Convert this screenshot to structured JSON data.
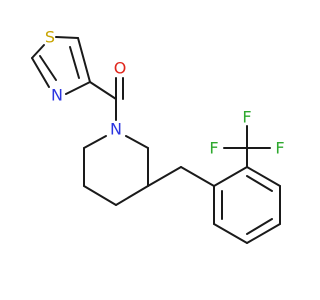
{
  "molecule": {
    "atoms": {
      "thiazole_S": {
        "symbol": "S",
        "color": "#c8a400"
      },
      "thiazole_N": {
        "symbol": "N",
        "color": "#2b35e0"
      },
      "carbonyl_O": {
        "symbol": "O",
        "color": "#e0261c"
      },
      "piperidine_N": {
        "symbol": "N",
        "color": "#2b35e0"
      },
      "fluorine_1": {
        "symbol": "F",
        "color": "#2ea82e"
      },
      "fluorine_2": {
        "symbol": "F",
        "color": "#2ea82e"
      },
      "fluorine_3": {
        "symbol": "F",
        "color": "#2ea82e"
      }
    },
    "bond_color": "#1a1a1a"
  }
}
